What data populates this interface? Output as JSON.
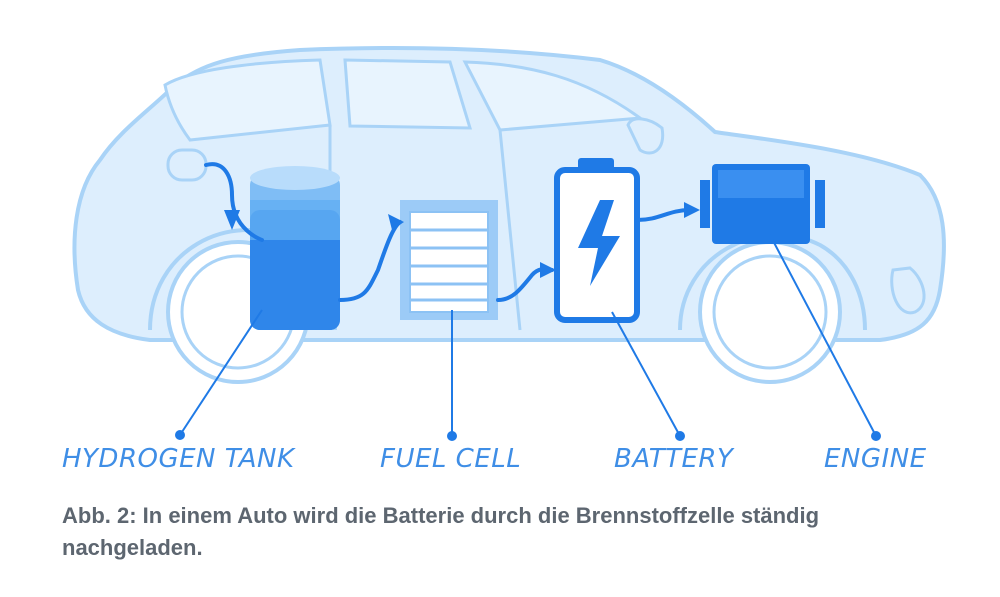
{
  "labels": {
    "hydrogen_tank": "HYDROGEN TANK",
    "fuel_cell": "FUEL CELL",
    "battery": "BATTERY",
    "engine": "ENGINE"
  },
  "caption": "Abb. 2: In einem Auto wird die Batterie durch die Brennstoffzelle ständig nachgeladen.",
  "colors": {
    "outline": "#a9d3f7",
    "body_fill": "#ddeefd",
    "accent": "#1f7ae6",
    "label": "#3f8ee6",
    "caption": "#5d6670"
  }
}
